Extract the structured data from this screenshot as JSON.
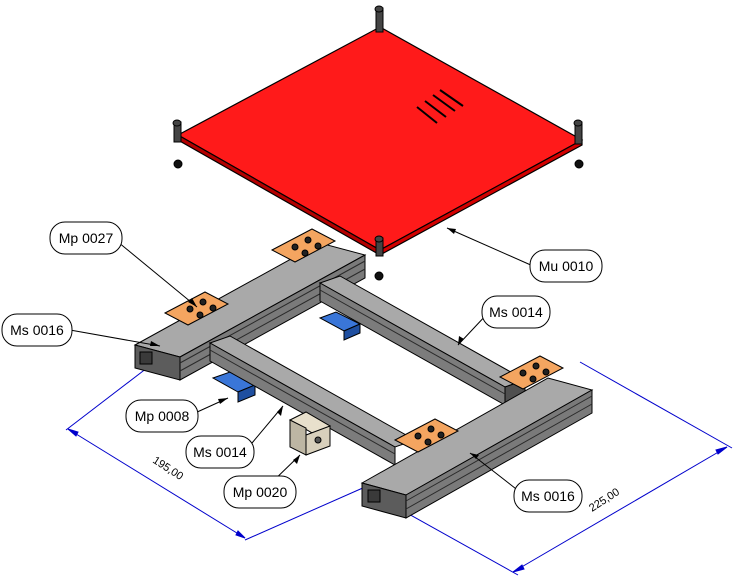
{
  "callouts": {
    "mu_0010": "Mu 0010",
    "mp_0027": "Mp 0027",
    "ms_0016_left": "Ms 0016",
    "ms_0014_right": "Ms 0014",
    "mp_0008": "Mp 0008",
    "ms_0014_left": "Ms 0014",
    "mp_0020": "Mp 0020",
    "ms_0016_right": "Ms 0016"
  },
  "dimensions": {
    "width": "195,00",
    "depth": "225,00"
  },
  "colors": {
    "plate": "#ff1a1a",
    "bracket": "#f4a560",
    "foot": "#3a76d8",
    "profile": "#6f6f6f",
    "dimension": "#0000cc"
  }
}
